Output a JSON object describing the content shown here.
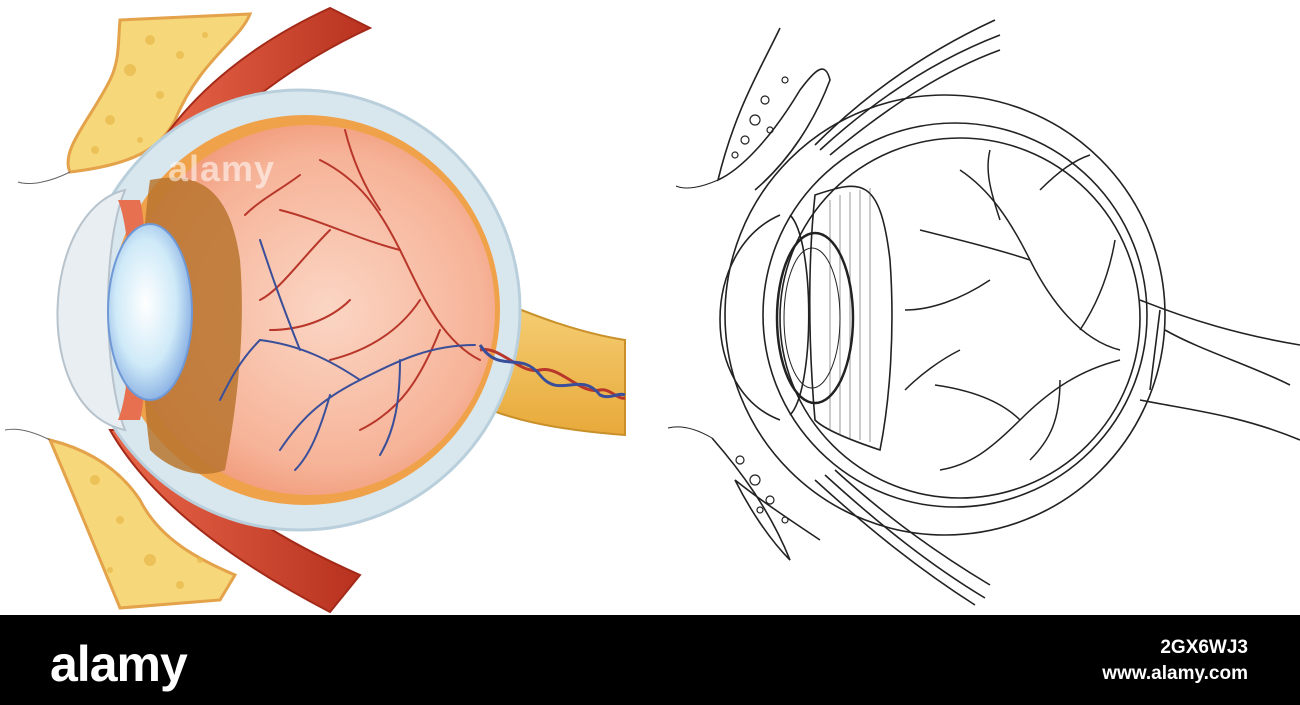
{
  "diagram": {
    "left_panel": "colored",
    "right_panel": "line-art"
  },
  "colors": {
    "sclera": "#d8e6ee",
    "choroid": "#f0a24a",
    "vitreous": "#f2a27e",
    "artery": "#b8372a",
    "vein": "#3a4f9a",
    "lens": "#bfe3f5",
    "optic_nerve": "#f3c24a",
    "muscle": "#c8452c",
    "bone": "#f6d77a",
    "footer": "#000000"
  },
  "watermark": {
    "overlay": "alamy",
    "footer_logo": "alamy",
    "image_id": "2GX6WJ3",
    "site": "www.alamy.com"
  }
}
